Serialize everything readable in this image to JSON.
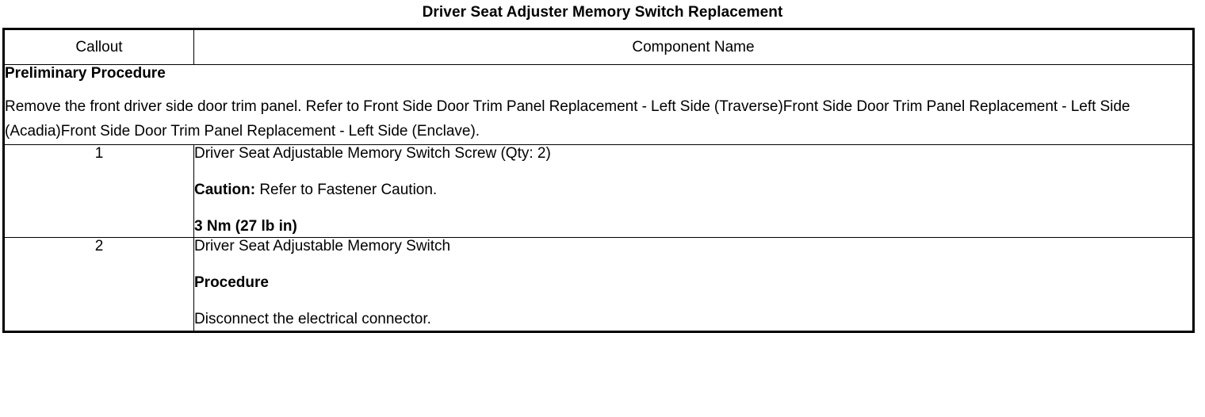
{
  "document": {
    "title": "Driver Seat Adjuster Memory Switch Replacement"
  },
  "table": {
    "headers": {
      "callout": "Callout",
      "component_name": "Component Name"
    },
    "preliminary": {
      "heading": "Preliminary Procedure",
      "text": "Remove the front driver side door trim panel. Refer to Front Side Door Trim Panel Replacement - Left Side (Traverse)Front Side Door Trim Panel Replacement - Left Side (Acadia)Front Side Door Trim Panel Replacement - Left Side (Enclave)."
    },
    "rows": [
      {
        "callout": "1",
        "lines": [
          {
            "text": "Driver Seat Adjustable Memory Switch Screw (Qty: 2)",
            "style": "normal"
          },
          {
            "lead": "Caution:",
            "text": " Refer to Fastener Caution.",
            "style": "lead-bold"
          },
          {
            "text": "3 Nm (27 lb in)",
            "style": "bold"
          }
        ]
      },
      {
        "callout": "2",
        "lines": [
          {
            "text": "Driver Seat Adjustable Memory Switch",
            "style": "normal"
          },
          {
            "text": "Procedure",
            "style": "bold"
          },
          {
            "text": "Disconnect the electrical connector.",
            "style": "normal"
          }
        ]
      }
    ]
  },
  "colors": {
    "text": "#000000",
    "background": "#ffffff",
    "border": "#000000"
  }
}
